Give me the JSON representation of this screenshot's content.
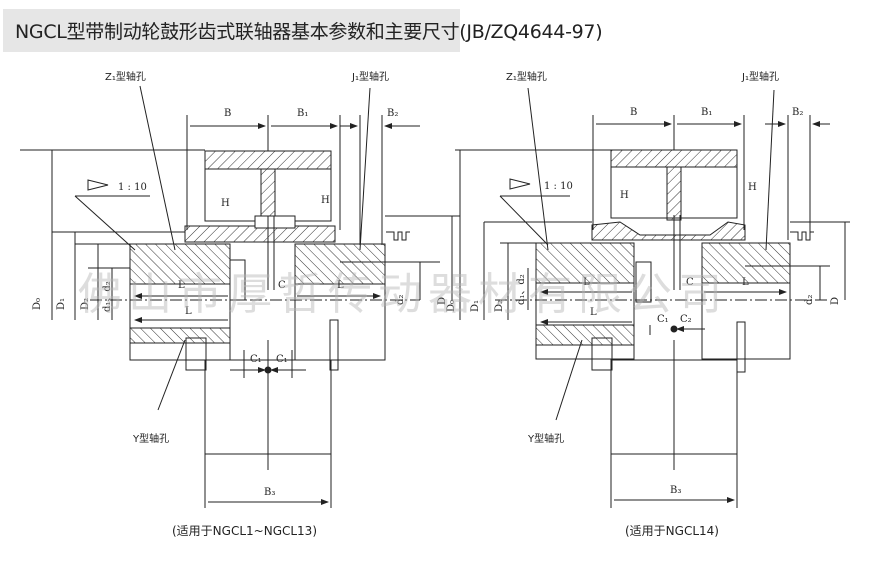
{
  "title": "NGCL型带制动轮鼓形齿式联轴器基本参数和主要尺寸(JB/ZQ4644-97)",
  "watermark": "佛山市厚哲传动器材有限公司",
  "drawings": [
    {
      "id": "left",
      "caption": "(适用于NGCL1~NGCL13)",
      "labels": {
        "z1_bore": "Z₁型轴孔",
        "j1_bore": "J₁型轴孔",
        "y_bore": "Y型轴孔",
        "taper": "1 : 10",
        "B": "B",
        "B1": "B₁",
        "B2": "B₂",
        "B3": "B₃",
        "H_left": "H",
        "H_right": "H",
        "L_top": "L",
        "L_bottom": "L",
        "L_right": "L",
        "C": "C",
        "C1_left": "C₁",
        "C1_right": "C₁",
        "D0": "D₀",
        "D1": "D₁",
        "D2": "D₂",
        "d1d2": "d₁、d₂",
        "d2": "d₂",
        "D": "D"
      }
    },
    {
      "id": "right",
      "caption": "(适用于NGCL14)",
      "labels": {
        "z1_bore": "Z₁型轴孔",
        "j1_bore": "J₁型轴孔",
        "y_bore": "Y型轴孔",
        "taper": "1 : 10",
        "B": "B",
        "B1": "B₁",
        "B2": "B₂",
        "B3": "B₃",
        "H_left": "H",
        "H_right": "H",
        "L_top": "L",
        "L_bottom": "L",
        "L_right": "L",
        "C": "C",
        "C1": "C₁",
        "C2": "C₂",
        "D0": "D₀",
        "D1": "D₁",
        "D2": "D₂",
        "d1d2": "d₁、d₂",
        "d2": "d₂",
        "D": "D"
      }
    }
  ]
}
